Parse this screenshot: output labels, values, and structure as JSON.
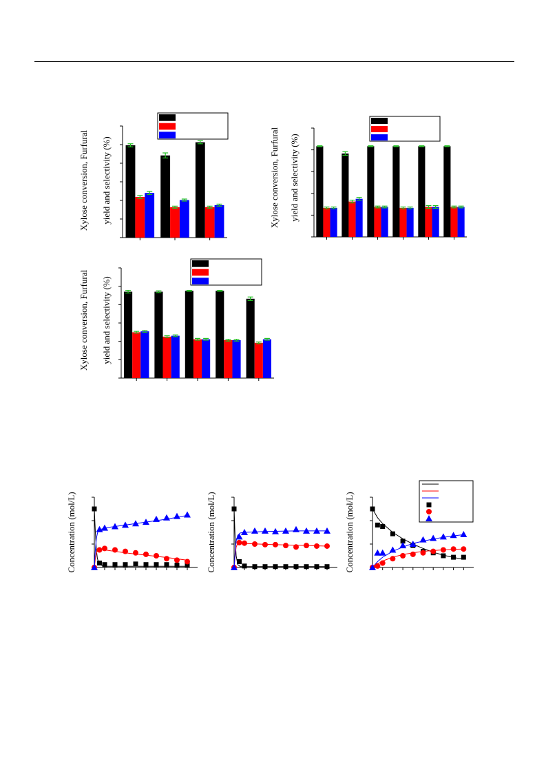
{
  "palette": {
    "conversion": "#000000",
    "yield": "#ff0000",
    "selectivity": "#0000ff",
    "error_bar": "#22c022",
    "model_xylose": "#000000",
    "model_furfural": "#ff0000",
    "model_other": "#0000ff"
  },
  "labels": {
    "bar_ylabel_line1": "Xylose conversion, Furfural",
    "bar_ylabel_line2": "yield and selectivity (%)",
    "conc_ylabel": "Concentration (mol/L)"
  },
  "chart_data": [
    {
      "id": "bar-a",
      "type": "bar",
      "ylim": [
        0,
        110
      ],
      "series": [
        {
          "color_key": "conversion",
          "values": [
            91,
            81,
            94
          ],
          "errors": [
            1.5,
            2.5,
            1.5
          ]
        },
        {
          "color_key": "yield",
          "values": [
            40,
            30,
            30
          ],
          "errors": [
            1.5,
            1,
            1
          ]
        },
        {
          "color_key": "selectivity",
          "values": [
            44,
            37,
            32
          ],
          "errors": [
            1.5,
            1,
            1
          ]
        }
      ]
    },
    {
      "id": "bar-b",
      "type": "bar",
      "ylim": [
        0,
        120
      ],
      "series": [
        {
          "color_key": "conversion",
          "values": [
            100,
            92,
            100,
            100,
            100,
            100
          ],
          "errors": [
            0.5,
            2,
            0.5,
            0.5,
            0.5,
            0.5
          ]
        },
        {
          "color_key": "yield",
          "values": [
            32,
            39,
            33,
            32,
            33,
            33
          ],
          "errors": [
            1,
            1.5,
            1,
            1,
            1.5,
            1
          ]
        },
        {
          "color_key": "selectivity",
          "values": [
            32,
            42,
            33,
            32,
            33,
            33
          ],
          "errors": [
            1,
            1.5,
            1,
            1,
            1.5,
            1
          ]
        }
      ]
    },
    {
      "id": "bar-c",
      "type": "bar",
      "ylim": [
        0,
        125
      ],
      "series": [
        {
          "color_key": "conversion",
          "values": [
            98,
            98,
            99,
            99,
            90
          ],
          "errors": [
            1.5,
            1,
            0.5,
            0.5,
            2
          ]
        },
        {
          "color_key": "yield",
          "values": [
            52,
            47,
            44,
            43,
            40
          ],
          "errors": [
            1,
            1,
            1,
            1,
            1
          ]
        },
        {
          "color_key": "selectivity",
          "values": [
            53,
            48,
            44,
            43,
            44
          ],
          "errors": [
            1,
            1,
            1,
            1,
            1
          ]
        }
      ]
    },
    {
      "id": "conc-a",
      "type": "scatter",
      "xlim": [
        0,
        10
      ],
      "ylim": [
        0,
        0.24
      ],
      "series": [
        {
          "marker": "square",
          "color_key": "model_xylose",
          "x": [
            0,
            0.5,
            1,
            2,
            3,
            4,
            5,
            6,
            7,
            8,
            9
          ],
          "y": [
            0.2,
            0.015,
            0.01,
            0.01,
            0.01,
            0.012,
            0.01,
            0.01,
            0.01,
            0.008,
            0.008
          ]
        },
        {
          "marker": "circle",
          "color_key": "model_furfural",
          "x": [
            0,
            0.5,
            1,
            2,
            3,
            4,
            5,
            6,
            7,
            8,
            9
          ],
          "y": [
            0,
            0.06,
            0.065,
            0.06,
            0.055,
            0.05,
            0.045,
            0.04,
            0.03,
            0.025,
            0.02
          ]
        },
        {
          "marker": "triangle",
          "color_key": "model_other",
          "x": [
            0,
            0.5,
            1,
            2,
            3,
            4,
            5,
            6,
            7,
            8,
            9
          ],
          "y": [
            0,
            0.13,
            0.135,
            0.14,
            0.145,
            0.15,
            0.155,
            0.165,
            0.17,
            0.175,
            0.18
          ]
        }
      ],
      "curves": [
        {
          "color_key": "model_xylose",
          "x": [
            0,
            0.1,
            0.2,
            0.3,
            0.5,
            1,
            9
          ],
          "y": [
            0.2,
            0.12,
            0.06,
            0.03,
            0.01,
            0.004,
            0.004
          ]
        },
        {
          "color_key": "model_furfural",
          "x": [
            0,
            0.1,
            0.2,
            0.35,
            0.6,
            1,
            3,
            5,
            7,
            9
          ],
          "y": [
            0,
            0.03,
            0.05,
            0.06,
            0.062,
            0.06,
            0.05,
            0.042,
            0.034,
            0.025
          ]
        },
        {
          "color_key": "model_other",
          "x": [
            0,
            0.1,
            0.2,
            0.35,
            0.6,
            1,
            3,
            5,
            7,
            9
          ],
          "y": [
            0,
            0.06,
            0.1,
            0.125,
            0.13,
            0.135,
            0.145,
            0.155,
            0.165,
            0.178
          ]
        }
      ]
    },
    {
      "id": "conc-b",
      "type": "scatter",
      "xlim": [
        0,
        10
      ],
      "ylim": [
        0,
        0.24
      ],
      "series": [
        {
          "marker": "square",
          "color_key": "model_xylose",
          "x": [
            0,
            0.5,
            1,
            2,
            3,
            4,
            5,
            6,
            7,
            8,
            9
          ],
          "y": [
            0.2,
            0.02,
            0.005,
            0.003,
            0.003,
            0.003,
            0.003,
            0.003,
            0.003,
            0.003,
            0.003
          ]
        },
        {
          "marker": "circle",
          "color_key": "model_furfural",
          "x": [
            0,
            0.5,
            1,
            2,
            3,
            4,
            5,
            6,
            7,
            8,
            9
          ],
          "y": [
            0,
            0.085,
            0.083,
            0.08,
            0.078,
            0.078,
            0.075,
            0.07,
            0.075,
            0.073,
            0.073
          ]
        },
        {
          "marker": "triangle",
          "color_key": "model_other",
          "x": [
            0,
            0.5,
            1,
            2,
            3,
            4,
            5,
            6,
            7,
            8,
            9
          ],
          "y": [
            0,
            0.105,
            0.12,
            0.125,
            0.125,
            0.123,
            0.125,
            0.13,
            0.125,
            0.125,
            0.125
          ]
        }
      ],
      "curves": [
        {
          "color_key": "model_xylose",
          "x": [
            0,
            0.1,
            0.2,
            0.35,
            0.6,
            9
          ],
          "y": [
            0.2,
            0.1,
            0.04,
            0.01,
            0.003,
            0.003
          ]
        },
        {
          "color_key": "model_furfural",
          "x": [
            0,
            0.1,
            0.2,
            0.35,
            0.6,
            1,
            3,
            6,
            9
          ],
          "y": [
            0,
            0.04,
            0.07,
            0.082,
            0.083,
            0.082,
            0.079,
            0.076,
            0.073
          ]
        },
        {
          "color_key": "model_other",
          "x": [
            0,
            0.1,
            0.2,
            0.35,
            0.6,
            1,
            3,
            6,
            9
          ],
          "y": [
            0,
            0.05,
            0.09,
            0.11,
            0.118,
            0.12,
            0.123,
            0.125,
            0.125
          ]
        }
      ]
    },
    {
      "id": "conc-c",
      "type": "scatter",
      "xlim": [
        0,
        10
      ],
      "ylim": [
        0,
        0.24
      ],
      "series": [
        {
          "marker": "square",
          "color_key": "model_xylose",
          "x": [
            0,
            0.5,
            1,
            2,
            3,
            4,
            5,
            6,
            7,
            8,
            9
          ],
          "y": [
            0.2,
            0.145,
            0.14,
            0.115,
            0.09,
            0.075,
            0.055,
            0.05,
            0.04,
            0.035,
            0.035
          ]
        },
        {
          "marker": "circle",
          "color_key": "model_furfural",
          "x": [
            0,
            0.5,
            1,
            2,
            3,
            4,
            5,
            6,
            7,
            8,
            9
          ],
          "y": [
            0,
            0.005,
            0.015,
            0.03,
            0.04,
            0.045,
            0.05,
            0.055,
            0.06,
            0.063,
            0.063
          ]
        },
        {
          "marker": "triangle",
          "color_key": "model_other",
          "x": [
            0,
            0.5,
            1,
            2,
            3,
            4,
            5,
            6,
            7,
            8,
            9
          ],
          "y": [
            0,
            0.05,
            0.05,
            0.06,
            0.075,
            0.08,
            0.095,
            0.1,
            0.105,
            0.11,
            0.113
          ]
        }
      ],
      "curves": [
        {
          "color_key": "model_xylose",
          "x": [
            0,
            0.5,
            1,
            2,
            3,
            4,
            5,
            6,
            7,
            8,
            9
          ],
          "y": [
            0.2,
            0.17,
            0.15,
            0.12,
            0.098,
            0.08,
            0.065,
            0.052,
            0.042,
            0.034,
            0.028
          ]
        },
        {
          "color_key": "model_furfural",
          "x": [
            0,
            0.5,
            1,
            2,
            3,
            4,
            5,
            6,
            7,
            8,
            9
          ],
          "y": [
            0,
            0.012,
            0.022,
            0.035,
            0.044,
            0.05,
            0.055,
            0.058,
            0.06,
            0.062,
            0.063
          ]
        },
        {
          "color_key": "model_other",
          "x": [
            0,
            0.5,
            1,
            2,
            3,
            4,
            5,
            6,
            7,
            8,
            9
          ],
          "y": [
            0,
            0.02,
            0.035,
            0.055,
            0.07,
            0.082,
            0.09,
            0.097,
            0.103,
            0.108,
            0.112
          ]
        }
      ]
    }
  ]
}
